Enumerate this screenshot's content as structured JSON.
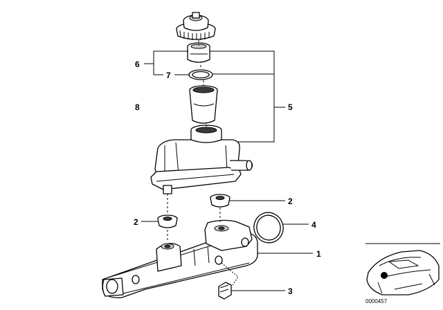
{
  "labels": {
    "master_cylinder": "1",
    "grommet": "2",
    "gasket_clip": "3",
    "o_ring": "4",
    "reservoir": "5",
    "cap_group": "6",
    "seal_ring": "7",
    "filter": "8"
  },
  "catalog_number": "0000457"
}
